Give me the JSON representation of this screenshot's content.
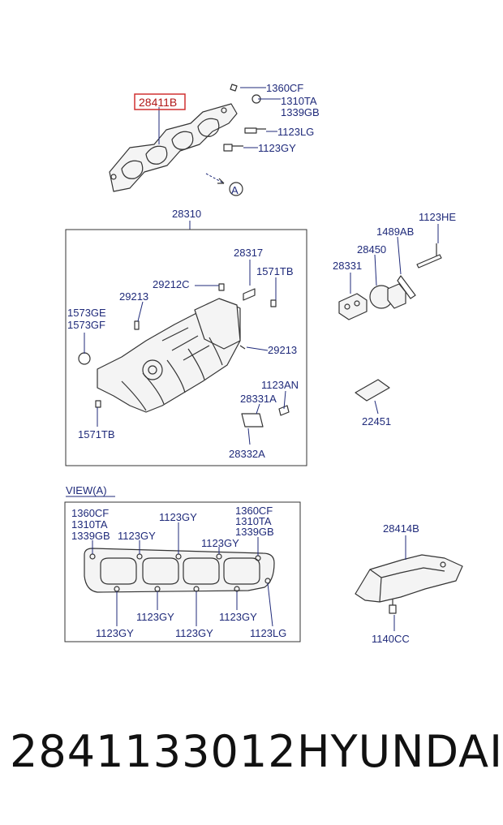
{
  "parts": {
    "gasket_top": "28411B",
    "n_1360CF": "1360CF",
    "n_1310TA": "1310TA",
    "n_1339GB": "1339GB",
    "n_1123LG": "1123LG",
    "n_1123GY": "1123GY",
    "callout_a": "A",
    "manifold": "28310",
    "n_28317": "28317",
    "n_1571TB_top": "1571TB",
    "n_29212C": "29212C",
    "n_29213_left": "29213",
    "n_1573GE": "1573GE",
    "n_1573GF": "1573GF",
    "n_29213_right": "29213",
    "n_1123AN": "1123AN",
    "n_28331A": "28331A",
    "n_1571TB_bottom": "1571TB",
    "n_28332A": "28332A",
    "n_1123HE": "1123HE",
    "n_1489AB": "1489AB",
    "n_28450": "28450",
    "n_28331": "28331",
    "n_22451": "22451",
    "view_label": "VIEW(A)",
    "v_1360CF_l": "1360CF",
    "v_1310TA_l": "1310TA",
    "v_1339GB_l": "1339GB",
    "v_1123GY_a": "1123GY",
    "v_1123GY_b": "1123GY",
    "v_1360CF_r": "1360CF",
    "v_1310TA_r": "1310TA",
    "v_1339GB_r": "1339GB",
    "v_1123GY_c": "1123GY",
    "v_1123GY_d": "1123GY",
    "v_1123GY_e": "1123GY",
    "v_1123GY_f": "1123GY",
    "v_1123GY_g": "1123GY",
    "v_1123LG": "1123LG",
    "bracket": "28414B",
    "n_1140CC": "1140CC"
  },
  "footer": {
    "part_number": "2841133012",
    "brand": "HYUNDAI"
  },
  "colors": {
    "label": "#1f2a7a",
    "highlight": "#d03030",
    "drawing": "#333333"
  }
}
